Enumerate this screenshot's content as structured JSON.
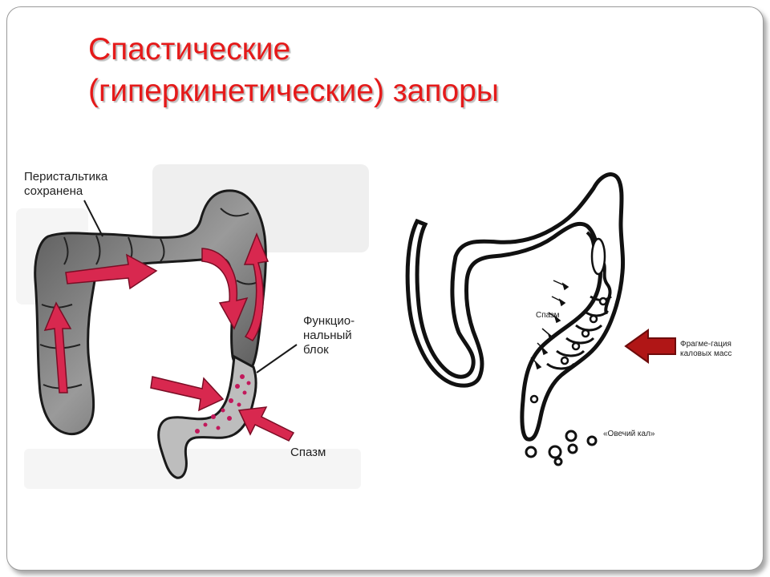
{
  "slide": {
    "title_line1": "Спастические",
    "title_line2": "(гиперкинетические) запоры",
    "title_color": "#e51a1a"
  },
  "left_figure": {
    "label_peristalsis_1": "Перистальтика",
    "label_peristalsis_2": "сохранена",
    "label_block_1": "Функцио-",
    "label_block_2": "нальный",
    "label_block_3": "блок",
    "label_spasm": "Спазм",
    "arrow_color": "#d8284f"
  },
  "right_figure": {
    "label_spasm": "Спазм",
    "label_fragment_1": "Фрагме-гация",
    "label_fragment_2": "каловых масс",
    "label_sheep": "«Овечий кал»",
    "arrow_color": "#b01616"
  }
}
